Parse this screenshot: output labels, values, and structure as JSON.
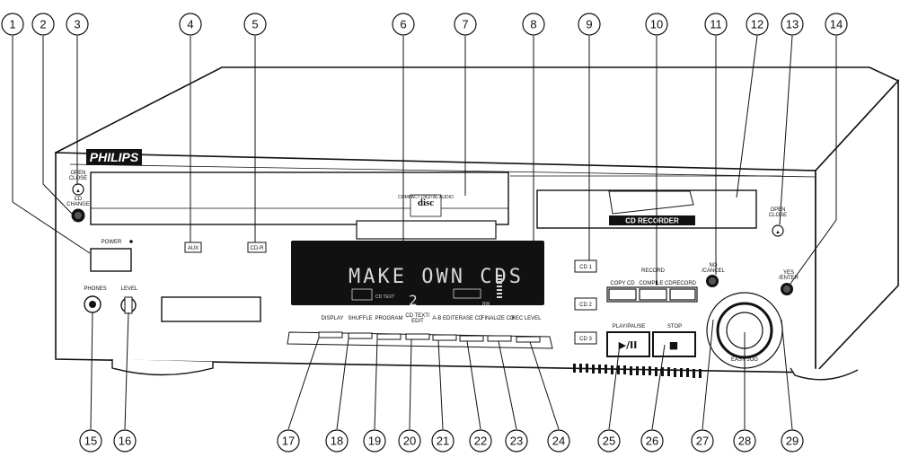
{
  "brand": "PHILIPS",
  "callouts": [
    "1",
    "2",
    "3",
    "4",
    "5",
    "6",
    "7",
    "8",
    "9",
    "10",
    "11",
    "12",
    "13",
    "14",
    "15",
    "16",
    "17",
    "18",
    "19",
    "20",
    "21",
    "22",
    "23",
    "24",
    "25",
    "26",
    "27",
    "28",
    "29"
  ],
  "labels": {
    "open_close_left": "OPEN\nCLOSE",
    "cd_change": "CD\nCHANGE",
    "power": "POWER",
    "aux": "AUX",
    "cdr": "CD-R",
    "phones": "PHONES",
    "level": "LEVEL",
    "cd1": "CD 1",
    "cd2": "CD 2",
    "cd3": "CD 3",
    "record_header": "RECORD",
    "copy_cd": "COPY CD",
    "compile_cd": "COMPILE CD",
    "record": "RECORD",
    "no_cancel": "NO\n/CANCEL",
    "yes_enter": "YES\n/ENTER",
    "open_close_right": "OPEN\nCLOSE",
    "cd_recorder": "CD RECORDER",
    "play_pause": "PLAY/PAUSE",
    "stop": "STOP",
    "easy_jog": "EASY JOG",
    "compact_disc": "COMPACT\nDIGITAL AUDIO",
    "display": "DISPLAY",
    "shuffle": "SHUFFLE",
    "program": "PROGRAM",
    "cd_text_edit": "CD TEXT/\nEDIT",
    "ab_edit": "A-B EDIT",
    "erase_cd": "ERASE CD",
    "finalize_cd": "FINALIZE CD",
    "rec_level": "REC LEVEL"
  },
  "lcd": {
    "message": "MAKE OWN CDS",
    "track": "2",
    "cd_text": "CD TEXT",
    "rw": "RW"
  },
  "glyphs": {
    "eject": "▲",
    "play_pause": "▶/II",
    "stop": "■"
  }
}
